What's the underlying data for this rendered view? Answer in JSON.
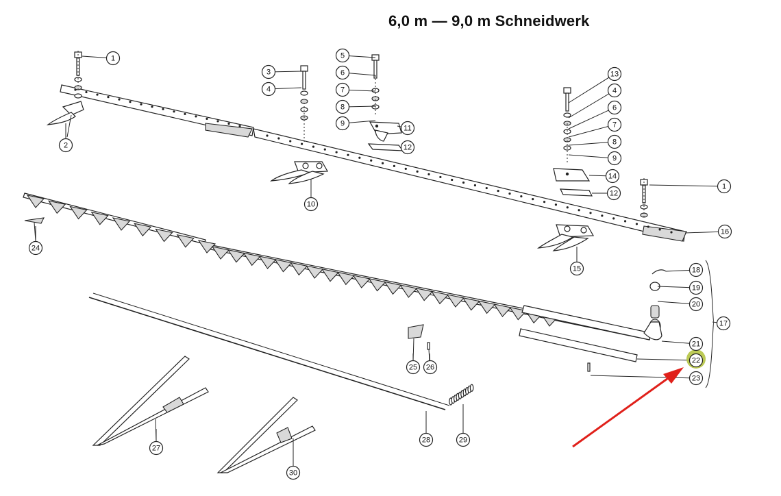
{
  "title": "6,0 m — 9,0 m Schneidwerk",
  "colors": {
    "highlight": "#b5c444",
    "arrow": "#e0201a",
    "line": "#222222"
  },
  "highlight_label": "22",
  "callouts": [
    "1",
    "2",
    "3",
    "4",
    "5",
    "6",
    "7",
    "8",
    "9",
    "10",
    "11",
    "12",
    "13",
    "4",
    "6",
    "7",
    "8",
    "9",
    "14",
    "12",
    "1",
    "15",
    "16",
    "17",
    "18",
    "19",
    "20",
    "21",
    "22",
    "23",
    "24",
    "25",
    "26",
    "27",
    "28",
    "29",
    "30"
  ]
}
